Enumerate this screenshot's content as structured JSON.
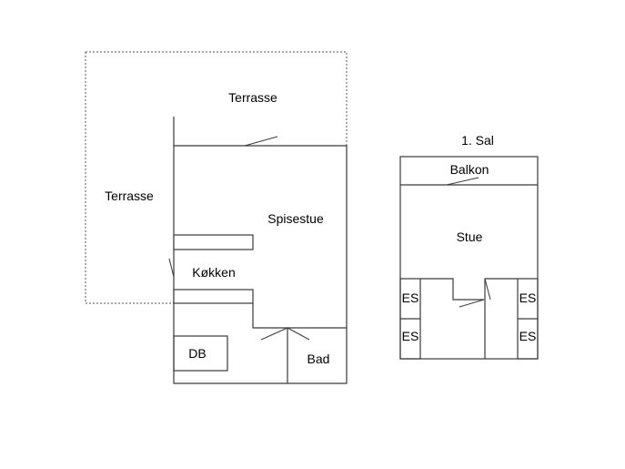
{
  "ground_floor": {
    "rooms": {
      "terrace_top": "Terrasse",
      "terrace_left": "Terrasse",
      "dining_room": "Spisestue",
      "kitchen": "Køkken",
      "db": "DB",
      "bathroom": "Bad"
    }
  },
  "first_floor": {
    "title": "1. Sal",
    "rooms": {
      "balcony": "Balkon",
      "living_room": "Stue",
      "es_1": "ES",
      "es_2": "ES",
      "es_3": "ES",
      "es_4": "ES"
    }
  }
}
